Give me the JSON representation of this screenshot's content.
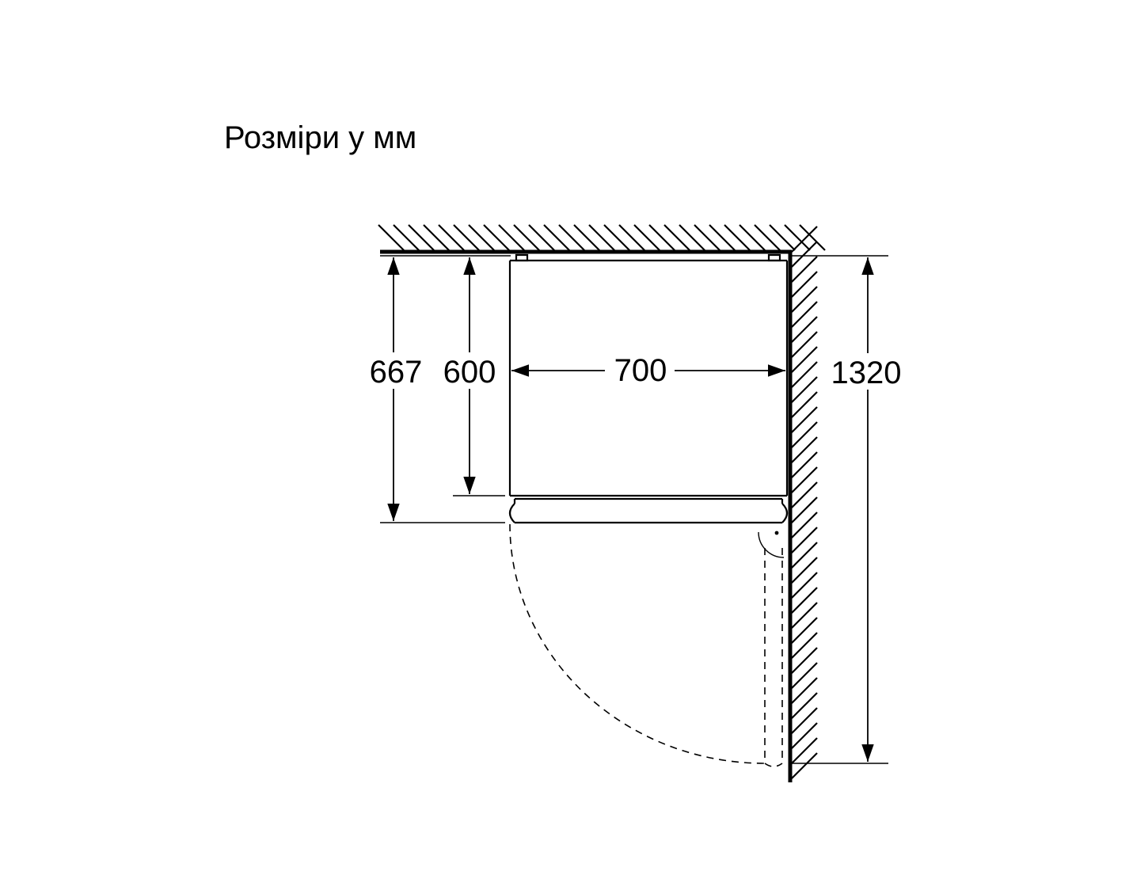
{
  "title": "Розміри у мм",
  "dimensions": {
    "depth_with_door": "667",
    "depth_body": "600",
    "width": "700",
    "door_clearance": "1320"
  },
  "colors": {
    "line": "#000000",
    "background": "#ffffff"
  }
}
